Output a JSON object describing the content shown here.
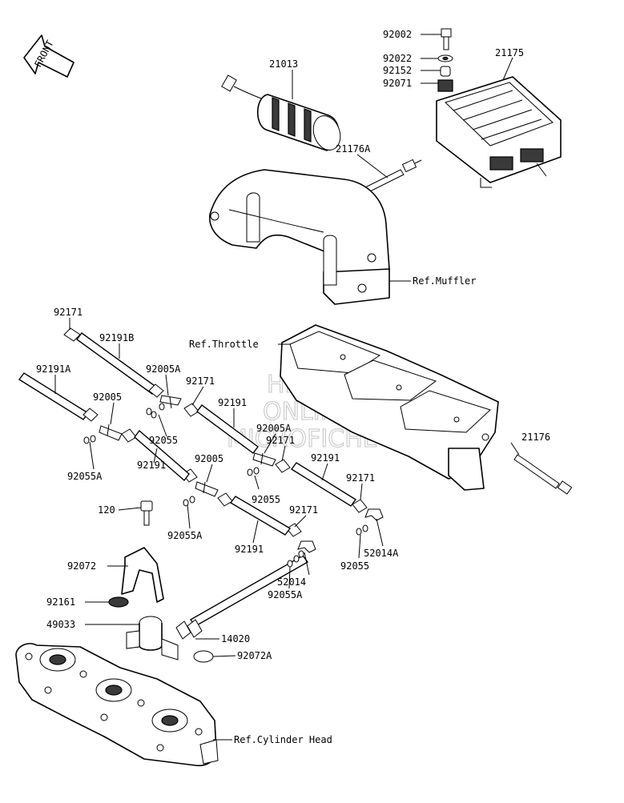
{
  "front_arrow": "FRONT",
  "watermark": [
    "HLSMS",
    "ONLINE",
    "MICROFICHE"
  ],
  "labels": {
    "p92002": "92002",
    "p92022": "92022",
    "p92152": "92152",
    "p92071": "92071",
    "p21175": "21175",
    "p21013": "21013",
    "p21176A": "21176A",
    "ref_muffler": "Ref.Muffler",
    "p92171_a": "92171",
    "p92191B": "92191B",
    "ref_throttle": "Ref.Throttle",
    "p92191A": "92191A",
    "p92005A_a": "92005A",
    "p92171_b": "92171",
    "p92005_a": "92005",
    "p92191_a": "92191",
    "p92005A_b": "92005A",
    "p92055_a": "92055",
    "p92171_c": "92171",
    "p92055A_a": "92055A",
    "p92191_b": "92191",
    "p92005_b": "92005",
    "p92191_c": "92191",
    "p21176": "21176",
    "p92171_d": "92171",
    "p92055_b": "92055",
    "p120": "120",
    "p92171_e": "92171",
    "p92055A_b": "92055A",
    "p52014A": "52014A",
    "p92191_d": "92191",
    "p92055_c": "92055",
    "p92072": "92072",
    "p52014": "52014",
    "p92055A_c": "92055A",
    "p92161": "92161",
    "p49033": "49033",
    "p14020": "14020",
    "p92072A": "92072A",
    "ref_cylinder_head": "Ref.Cylinder Head"
  }
}
